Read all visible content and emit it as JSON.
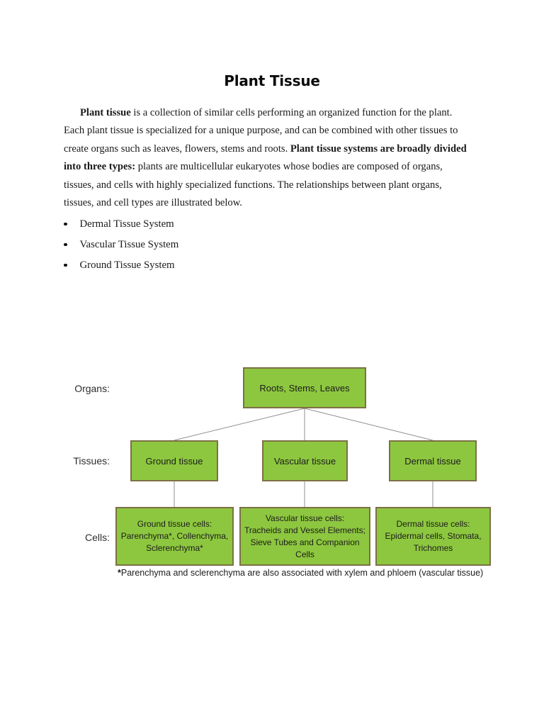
{
  "page": {
    "title": "Plant Tissue"
  },
  "paragraph": {
    "lines": [
      {
        "bold": "Plant tissue",
        "text": " is a collection of similar cells performing an organized function for the plant."
      },
      {
        "text": "Each plant tissue is specialized for a unique purpose, and can be combined with other tissues to"
      },
      {
        "text": "create organs such as leaves, flowers, stems and roots. ",
        "bold": "Plant tissue systems are broadly divided"
      },
      {
        "bold": "into three types:",
        "text": " plants are multicellular eukaryotes whose bodies are composed of organs,"
      },
      {
        "text": "tissues, and cells with highly specialized functions. The relationships between plant organs,"
      },
      {
        "text": "tissues, and cell types are illustrated below."
      }
    ]
  },
  "bullets": [
    "Dermal Tissue System",
    "Vascular Tissue System",
    "Ground Tissue System"
  ],
  "diagram": {
    "row_labels": {
      "organs": "Organs:",
      "tissues": "Tissues:",
      "cells": "Cells:"
    },
    "organ_box": "Roots, Stems, Leaves",
    "tissue_boxes": {
      "ground": "Ground tissue",
      "vascular": "Vascular tissue",
      "dermal": "Dermal tissue"
    },
    "cell_boxes": {
      "ground": {
        "lines": [
          "Ground tissue cells:",
          "Parenchyma*, Collenchyma,",
          "Sclerenchyma*"
        ]
      },
      "vascular": {
        "lines": [
          "Vascular tissue cells:",
          "Tracheids and Vessel Elements;",
          "Sieve Tubes and Companion Cells"
        ]
      },
      "dermal": {
        "lines": [
          "Dermal tissue cells:",
          "Epidermal cells, Stomata,",
          "Trichomes"
        ]
      }
    },
    "footnote": {
      "star": "*",
      "text": "Parenchyma and sclerenchyma are also associated with xylem and phloem (vascular tissue)"
    },
    "colors": {
      "box_fill": "#8dc73f",
      "box_border": "#7d7045",
      "connector_line": "#8f8f8f"
    }
  }
}
